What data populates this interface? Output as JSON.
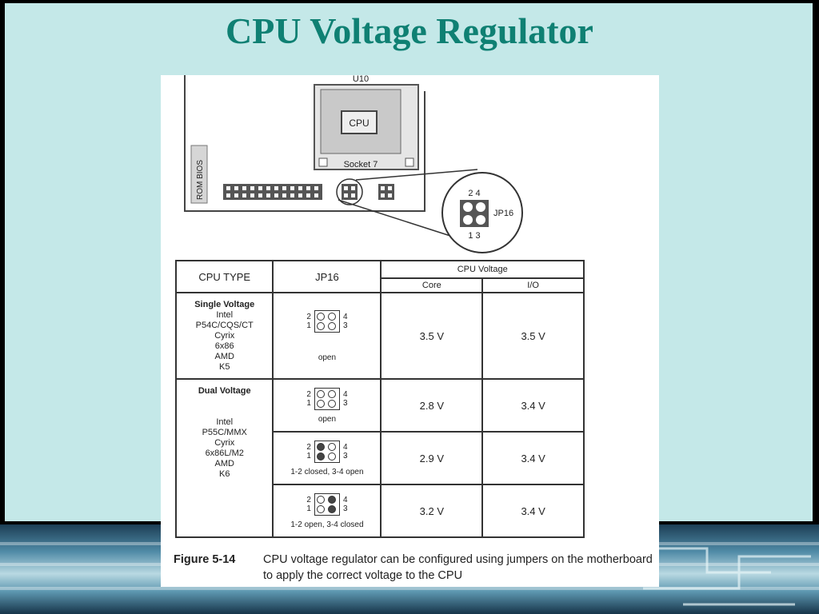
{
  "title": "CPU Voltage Regulator",
  "diagram": {
    "chip_label": "U10",
    "cpu_label": "CPU",
    "socket_label": "Socket 7",
    "bios_label": "ROM BIOS",
    "zoom_pins_top": "2 4",
    "zoom_pins_bottom": "1 3",
    "zoom_label": "JP16"
  },
  "table": {
    "headers": {
      "cpu_type": "CPU TYPE",
      "jp16": "JP16",
      "cpu_voltage": "CPU Voltage",
      "core": "Core",
      "io": "I/O"
    },
    "single": {
      "title": "Single Voltage",
      "cpus": [
        "Intel",
        "P54C/CQS/CT",
        "Cyrix",
        "6x86",
        "AMD",
        "K5"
      ],
      "jumper": "open",
      "core": "3.5 V",
      "io": "3.5 V"
    },
    "dual": {
      "title": "Dual Voltage",
      "cpus": [
        "Intel",
        "P55C/MMX",
        "Cyrix",
        "6x86L/M2",
        "AMD",
        "K6"
      ],
      "rows": [
        {
          "jumper": "open",
          "core": "2.8 V",
          "io": "3.4 V"
        },
        {
          "jumper": "1-2 closed, 3-4 open",
          "core": "2.9 V",
          "io": "3.4 V"
        },
        {
          "jumper": "1-2 open, 3-4 closed",
          "core": "3.2 V",
          "io": "3.4 V"
        }
      ]
    },
    "pin_labels": {
      "two": "2",
      "four": "4",
      "one": "1",
      "three": "3"
    }
  },
  "caption": {
    "label": "Figure 5-14",
    "text": "CPU voltage regulator can be configured using jumpers on the motherboard to apply the correct voltage to the CPU"
  },
  "colors": {
    "title": "#0f8073",
    "background": "#c4e8e8"
  }
}
